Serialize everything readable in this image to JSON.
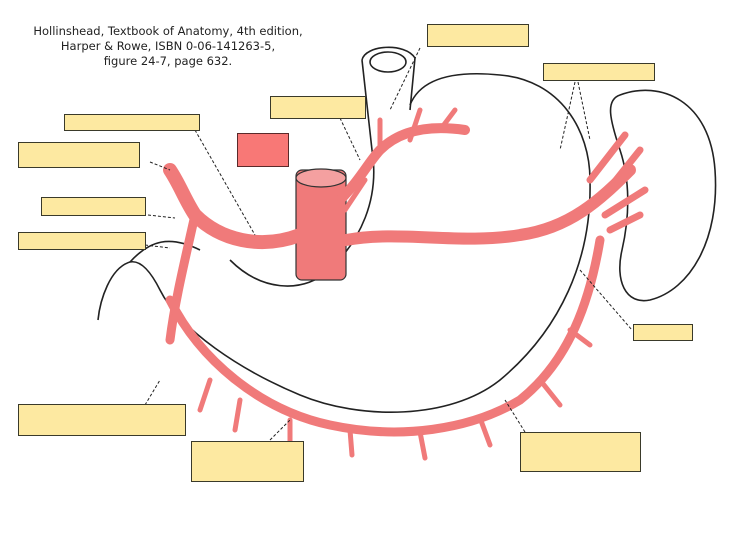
{
  "caption": {
    "line1": "Hollinshead, Textbook of Anatomy, 4th edition,",
    "line2": "Harper & Rowe, ISBN 0-06-141263-5,",
    "line3": "figure 24-7, page 632."
  },
  "colors": {
    "label_fill": "#fde9a1",
    "artery": "#f07a7a",
    "highlight_box": "#f87876"
  }
}
